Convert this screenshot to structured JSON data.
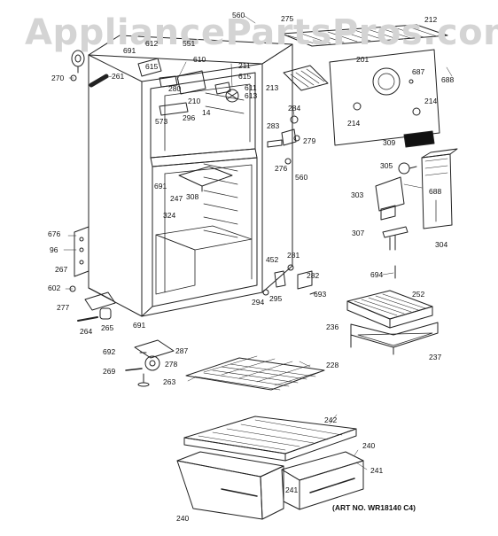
{
  "watermark": "AppliancePartsPros.com",
  "art_number": "(ART NO. WR18140 C4)",
  "labels": [
    "560",
    "275",
    "212",
    "270",
    "691",
    "612",
    "551",
    "610",
    "615",
    "211",
    "261",
    "280",
    "615",
    "611",
    "613",
    "210",
    "296",
    "14",
    "573",
    "213",
    "201",
    "687",
    "688",
    "284",
    "279",
    "214",
    "214",
    "283",
    "276",
    "560",
    "309",
    "305",
    "303",
    "688",
    "691",
    "247",
    "308",
    "324",
    "307",
    "304",
    "676",
    "96",
    "267",
    "281",
    "452",
    "282",
    "694",
    "602",
    "277",
    "294",
    "295",
    "693",
    "252",
    "264",
    "265",
    "691",
    "236",
    "237",
    "692",
    "287",
    "278",
    "269",
    "263",
    "228",
    "242",
    "240",
    "241",
    "241",
    "240"
  ]
}
